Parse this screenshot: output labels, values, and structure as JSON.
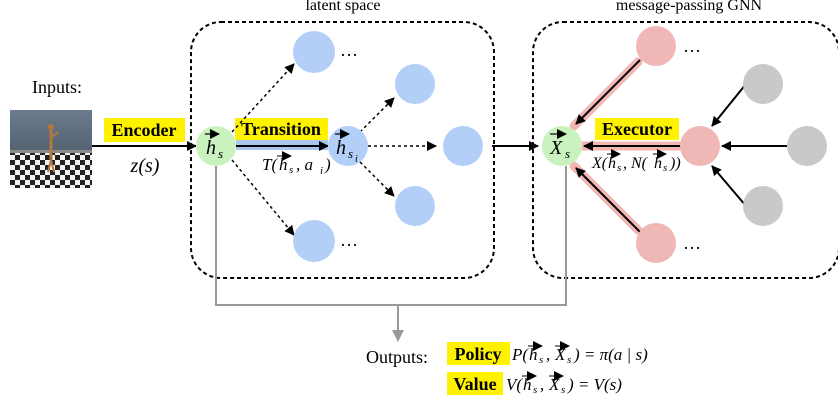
{
  "colors": {
    "latent_node": "#b3cff7",
    "gnn_node_red": "#efb7b5",
    "gnn_node_gray": "#c9c9c9",
    "embed_node": "#c9f2be",
    "highlight_yellow": "#fff200",
    "highlight_blue": "#a9c6f0",
    "highlight_red": "#f2b6b4",
    "arrow_gray": "#999999"
  },
  "labels": {
    "latent_space": "latent space",
    "message_passing": "message-passing GNN",
    "inputs": "Inputs:",
    "encoder": "Encoder",
    "encoder_fn": "z(s)",
    "transition": "Transition",
    "transition_fn": "T(h⃗",
    "transition_fn_rest": ", a",
    "transition_fn_sub": "i",
    "transition_fn_close": ")",
    "h": "h",
    "s": "s",
    "s_i_sub": "s",
    "i_sub": "i",
    "X": "X",
    "executor": "Executor",
    "executor_fn_a": "X(",
    "executor_fn_b": ", N(",
    "executor_fn_c": "))",
    "ellipsis": "…",
    "outputs": "Outputs:",
    "policy": "Policy",
    "policy_fn_a": "P(",
    "policy_fn_b": ",",
    "policy_fn_c": ") = π(a | s)",
    "value": "Value",
    "value_fn_a": "V(",
    "value_fn_b": ",",
    "value_fn_c": ") = V(s)"
  }
}
